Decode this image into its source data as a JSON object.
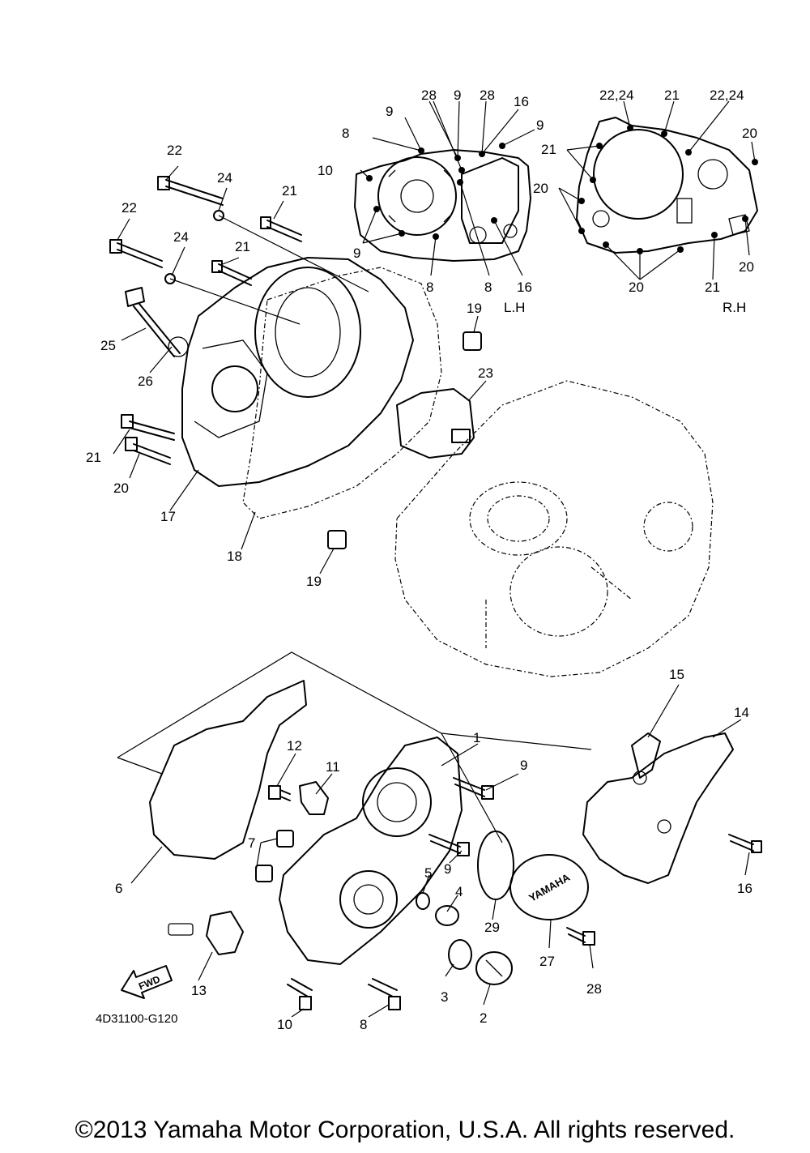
{
  "diagram": {
    "part_code": "4D31100-G120",
    "side_labels": {
      "left": "L.H",
      "right": "R.H"
    },
    "fwd_label": "FWD",
    "cover_text": "YAMAHA",
    "callouts": {
      "c1": "1",
      "c2": "2",
      "c3": "3",
      "c4": "4",
      "c5": "5",
      "c6": "6",
      "c7": "7",
      "c8a": "8",
      "c8b": "8",
      "c8c": "8",
      "c8d": "8",
      "c9a": "9",
      "c9b": "9",
      "c9c": "9",
      "c9d": "9",
      "c9e": "9",
      "c9f": "9",
      "c10a": "10",
      "c10b": "10",
      "c11": "11",
      "c12": "12",
      "c13": "13",
      "c14": "14",
      "c15": "15",
      "c16a": "16",
      "c16b": "16",
      "c16c": "16",
      "c17": "17",
      "c18": "18",
      "c19a": "19",
      "c19b": "19",
      "c20a": "20",
      "c20b": "20",
      "c20c": "20",
      "c20d": "20",
      "c20e": "20",
      "c21a": "21",
      "c21b": "21",
      "c21c": "21",
      "c21d": "21",
      "c21e": "21",
      "c21f": "21",
      "c22a": "22",
      "c22b": "22",
      "c2224a": "22,24",
      "c2224b": "22,24",
      "c23": "23",
      "c24a": "24",
      "c24b": "24",
      "c25": "25",
      "c26": "26",
      "c27": "27",
      "c28a": "28",
      "c28b": "28",
      "c28c": "28",
      "c29": "29"
    }
  },
  "footer": {
    "copyright": "©2013 Yamaha Motor Corporation, U.S.A. All rights reserved."
  }
}
